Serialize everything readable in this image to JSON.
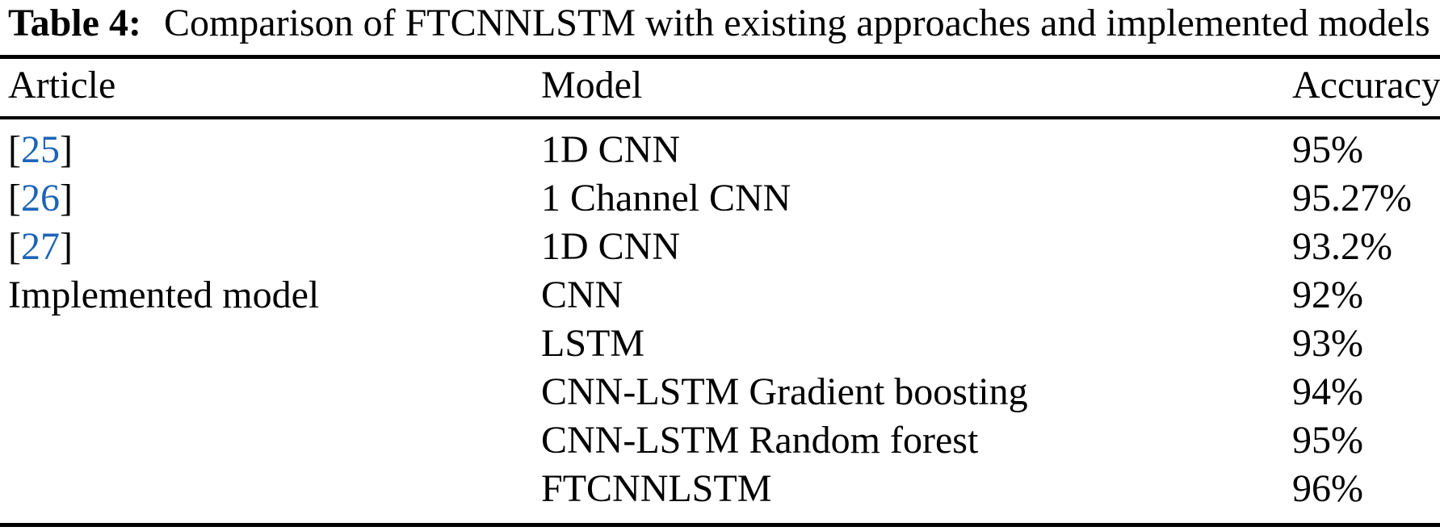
{
  "caption": {
    "label": "Table 4:",
    "text": "Comparison of FTCNNLSTM with existing approaches and implemented models"
  },
  "colors": {
    "link_blue": "#1c64b8",
    "text": "#000000",
    "background": "#ffffff"
  },
  "table": {
    "columns": [
      "Article",
      "Model",
      "Accuracy"
    ],
    "rows": [
      {
        "article": {
          "open": "[",
          "ref": "25",
          "close": "]"
        },
        "model": "1D CNN",
        "accuracy": "95%"
      },
      {
        "article": {
          "open": "[",
          "ref": "26",
          "close": "]"
        },
        "model": "1 Channel CNN",
        "accuracy": "95.27%"
      },
      {
        "article": {
          "open": "[",
          "ref": "27",
          "close": "]"
        },
        "model": "1D CNN",
        "accuracy": "93.2%"
      },
      {
        "article": {
          "text": "Implemented model"
        },
        "model": "CNN",
        "accuracy": "92%"
      },
      {
        "article": {},
        "model": "LSTM",
        "accuracy": "93%"
      },
      {
        "article": {},
        "model": "CNN-LSTM Gradient boosting",
        "accuracy": "94%"
      },
      {
        "article": {},
        "model": "CNN-LSTM Random forest",
        "accuracy": "95%"
      },
      {
        "article": {},
        "model": "FTCNNLSTM",
        "accuracy": "96%"
      }
    ]
  }
}
